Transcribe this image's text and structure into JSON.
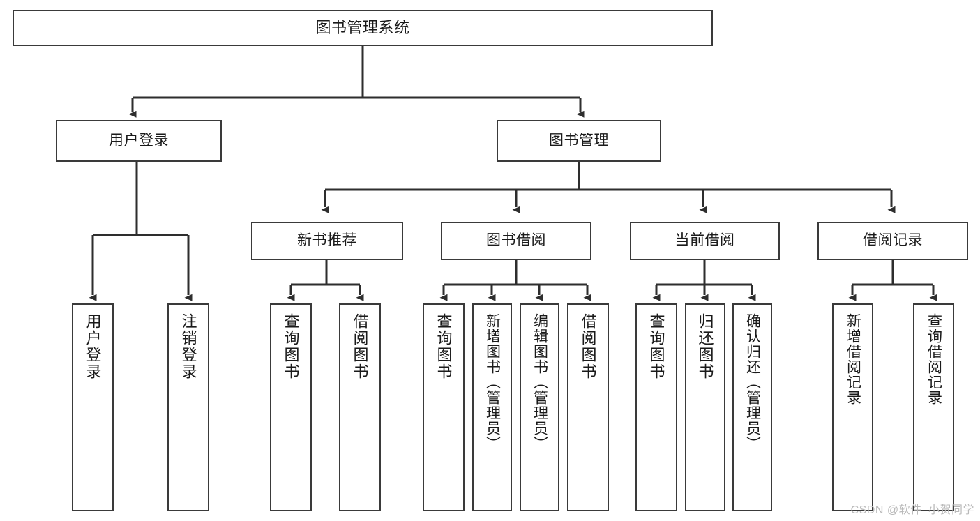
{
  "diagram": {
    "title": "图书管理系统",
    "type": "hierarchy-tree",
    "root": {
      "label": "图书管理系统"
    },
    "level1": [
      {
        "label": "用户登录"
      },
      {
        "label": "图书管理"
      }
    ],
    "level2": [
      {
        "label": "新书推荐"
      },
      {
        "label": "图书借阅"
      },
      {
        "label": "当前借阅"
      },
      {
        "label": "借阅记录"
      }
    ],
    "leaves": {
      "user_login": [
        {
          "label": "用户登录"
        },
        {
          "label": "注销登录"
        }
      ],
      "new_book_recommend": [
        {
          "label": "查询图书"
        },
        {
          "label": "借阅图书"
        }
      ],
      "book_borrow": [
        {
          "label": "查询图书"
        },
        {
          "label": "新增图书（管理员）"
        },
        {
          "label": "编辑图书（管理员）"
        },
        {
          "label": "借阅图书"
        }
      ],
      "current_borrow": [
        {
          "label": "查询图书"
        },
        {
          "label": "归还图书"
        },
        {
          "label": "确认归还（管理员）"
        }
      ],
      "borrow_record": [
        {
          "label": "新增借阅记录"
        },
        {
          "label": "查询借阅记录"
        }
      ]
    }
  },
  "watermark": {
    "text": "CSDN @软件_小贺同学"
  },
  "colors": {
    "border": "#3a3a3a",
    "background": "#ffffff",
    "text": "#1a1a1a",
    "watermark": "#b9b9b9"
  }
}
